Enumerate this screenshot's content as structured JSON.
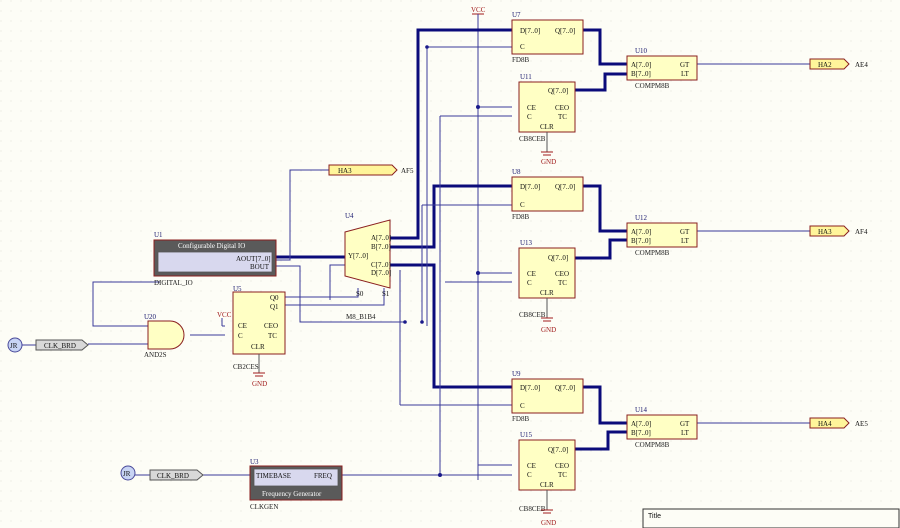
{
  "power": {
    "vcc": "VCC",
    "gnd": "GND"
  },
  "ports": {
    "ha2": "HA2",
    "ha3_top": "HA3",
    "ha3_right": "HA3",
    "ha4": "HA4",
    "ae4": "AE4",
    "af5": "AF5",
    "af4": "AF4",
    "ae5": "AE5",
    "clk1": "CLK_BRD",
    "clk2": "CLK_BRD",
    "clk_ref1": "JR",
    "clk_ref2": "JR"
  },
  "parts": {
    "u7": {
      "des": "U7",
      "type": "FD8B",
      "pins": [
        "D[7..0]",
        "Q[7..0]",
        "C"
      ]
    },
    "u8": {
      "des": "U8",
      "type": "FD8B",
      "pins": [
        "D[7..0]",
        "Q[7..0]",
        "C"
      ]
    },
    "u9": {
      "des": "U9",
      "type": "FD8B",
      "pins": [
        "D[7..0]",
        "Q[7..0]",
        "C"
      ]
    },
    "u10": {
      "des": "U10",
      "type": "COMPM8B",
      "pins": [
        "A[7..0]",
        "B[7..0]",
        "GT",
        "LT"
      ]
    },
    "u12": {
      "des": "U12",
      "type": "COMPM8B",
      "pins": [
        "A[7..0]",
        "B[7..0]",
        "GT",
        "LT"
      ]
    },
    "u14": {
      "des": "U14",
      "type": "COMPM8B",
      "pins": [
        "A[7..0]",
        "B[7..0]",
        "GT",
        "LT"
      ]
    },
    "u11": {
      "des": "U11",
      "type": "CB8CEB",
      "pins": [
        "Q[7..0]",
        "CE",
        "CEO",
        "C",
        "TC",
        "CLR"
      ]
    },
    "u13": {
      "des": "U13",
      "type": "CB8CEB",
      "pins": [
        "Q[7..0]",
        "CE",
        "CEO",
        "C",
        "TC",
        "CLR"
      ]
    },
    "u15": {
      "des": "U15",
      "type": "CB8CEB",
      "pins": [
        "Q[7..0]",
        "CE",
        "CEO",
        "C",
        "TC",
        "CLR"
      ]
    },
    "u4": {
      "des": "U4",
      "type": "M8_B1B4",
      "pins": [
        "A[7..0]",
        "B[7..0]",
        "C[7..0]",
        "D[7..0]",
        "Y[7..0]",
        "S0",
        "S1"
      ]
    },
    "u1": {
      "des": "U1",
      "type": "DIGITAL_IO",
      "title": "Configurable Digital IO",
      "pins": [
        "AOUT[7..0]",
        "BOUT"
      ]
    },
    "u5": {
      "des": "U5",
      "type": "CB2CES",
      "pins": [
        "Q0",
        "Q1",
        "CE",
        "CEO",
        "C",
        "TC",
        "CLR"
      ]
    },
    "u20": {
      "des": "U20",
      "type": "AND2S"
    },
    "u3": {
      "des": "U3",
      "type": "CLKGEN",
      "title": "Frequency Generator",
      "pins": [
        "TIMEBASE",
        "FREQ"
      ]
    }
  },
  "title_block": {
    "label": "Title"
  }
}
